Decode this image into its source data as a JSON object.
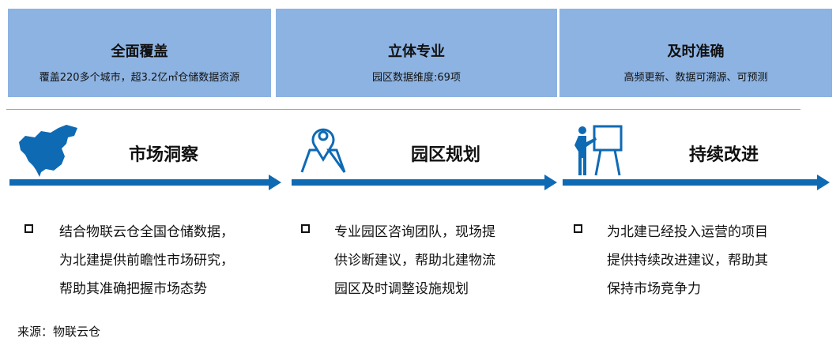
{
  "features": [
    {
      "title": "全面覆盖",
      "subtitle": "覆盖220多个城市，超3.2亿㎡仓储数据资源"
    },
    {
      "title": "立体专业",
      "subtitle": "园区数据维度:69项"
    },
    {
      "title": "及时准确",
      "subtitle": "高频更新、数据可溯源、可预测"
    }
  ],
  "services": [
    {
      "icon": "china-map-icon",
      "title": "市场洞察",
      "lines": [
        "结合物联云仓全国仓储数据，",
        "为北建提供前瞻性市场研究，",
        "帮助其准确把握市场态势"
      ]
    },
    {
      "icon": "map-pin-icon",
      "title": "园区规划",
      "lines": [
        "专业园区咨询团队，现场提",
        "供诊断建议，帮助北建物流",
        "园区及时调整设施规划"
      ]
    },
    {
      "icon": "presenter-icon",
      "title": "持续改进",
      "lines": [
        "为北建已经投入运营的项目",
        "提供持续改进建议，帮助其",
        "保持市场竞争力"
      ]
    }
  ],
  "source": "来源：物联云仓",
  "colors": {
    "box": "#8db3e2",
    "accent": "#0f6ab4"
  }
}
